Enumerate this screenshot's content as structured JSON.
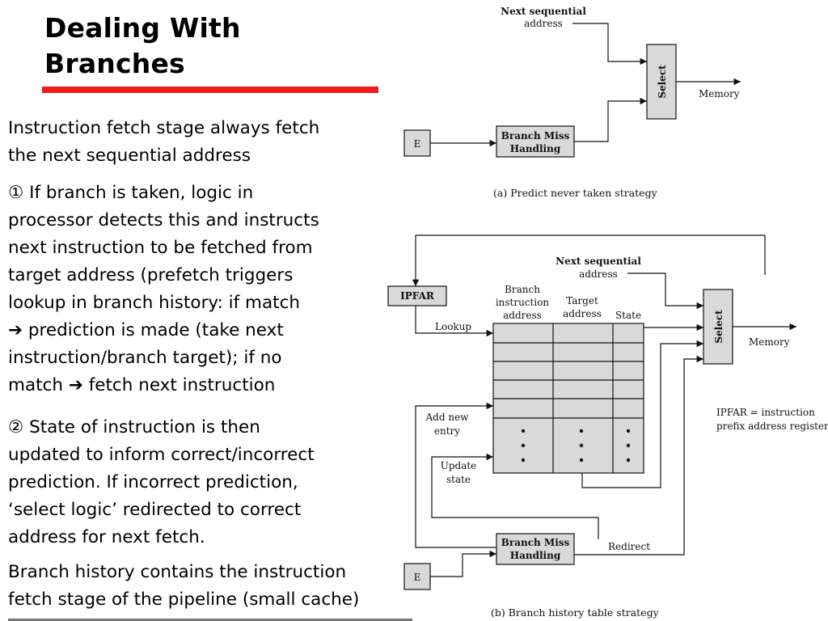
{
  "slide": {
    "title_line1": "Dealing With",
    "title_line2": "Branches",
    "paragraphs": {
      "p1_line1": "Instruction fetch stage always fetch",
      "p1_line2": "the next sequential address",
      "p2_line1": "① If branch is taken, logic in",
      "p2_line2": "processor detects this and instructs",
      "p2_line3": "next instruction to be fetched from",
      "p2_line4": "target address (prefetch triggers",
      "p2_line5": "lookup in branch history: if match",
      "p2_line6_arrow": "➔",
      "p2_line6": "prediction is made (take next",
      "p2_line7": "instruction/branch target); if no",
      "p2_line8_start": "match",
      "p2_line8_arrow": "➔",
      "p2_line8_end": "fetch next instruction",
      "p3_line1": "② State of instruction is then",
      "p3_line2": "updated to inform correct/incorrect",
      "p3_line3": "prediction. If incorrect prediction,",
      "p3_line4": "‘select logic’ redirected to correct",
      "p3_line5": "address for next fetch.",
      "p4_line1": "Branch history contains the instruction",
      "p4_line2": "fetch stage of the pipeline (small cache)"
    }
  },
  "diagram_a": {
    "next_seq_line1": "Next sequential",
    "next_seq_line2": "address",
    "select_label": "Select",
    "memory_label": "Memory",
    "e_label": "E",
    "branch_miss_line1": "Branch Miss",
    "branch_miss_line2": "Handling",
    "caption": "(a) Predict never taken strategy"
  },
  "diagram_b": {
    "ipfar_label": "IPFAR",
    "lookup_label": "Lookup",
    "add_new_line1": "Add new",
    "add_new_line2": "entry",
    "update_line1": "Update",
    "update_line2": "state",
    "col_branch_line1": "Branch",
    "col_branch_line2": "instruction",
    "col_branch_line3": "address",
    "col_target_line1": "Target",
    "col_target_line2": "address",
    "col_state": "State",
    "next_seq_line1": "Next sequential",
    "next_seq_line2": "address",
    "select_label": "Select",
    "memory_label": "Memory",
    "ipfar_def_line1": "IPFAR = instruction",
    "ipfar_def_line2": "prefix address register",
    "redirect_label": "Redirect",
    "branch_miss_line1": "Branch Miss",
    "branch_miss_line2": "Handling",
    "e_label": "E",
    "caption": "(b) Branch history table strategy"
  },
  "colors": {
    "accent_rule": "#ee1c1c",
    "box_fill": "#d9d9d9",
    "line": "#111111"
  }
}
